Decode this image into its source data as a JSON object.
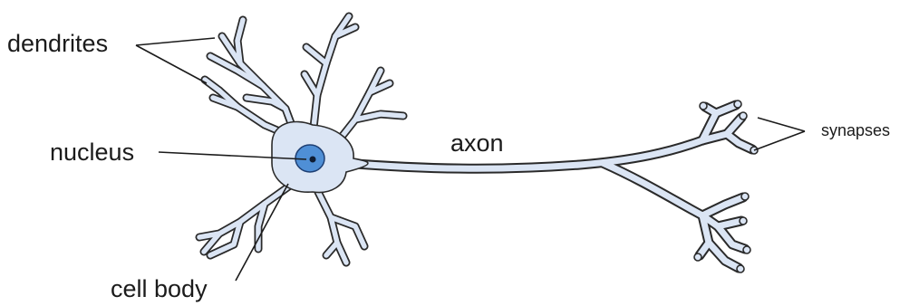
{
  "labels": {
    "dendrites": "dendrites",
    "nucleus": "nucleus",
    "axon": "axon",
    "cell_body": "cell body",
    "synapses": "synapses"
  },
  "colors": {
    "membrane_fill": "#dbe5f4",
    "outline": "#2a2a2a",
    "nucleus_fill": "#4f8fd6",
    "nucleolus": "#0e1c33",
    "label_text": "#1b1b1b"
  }
}
